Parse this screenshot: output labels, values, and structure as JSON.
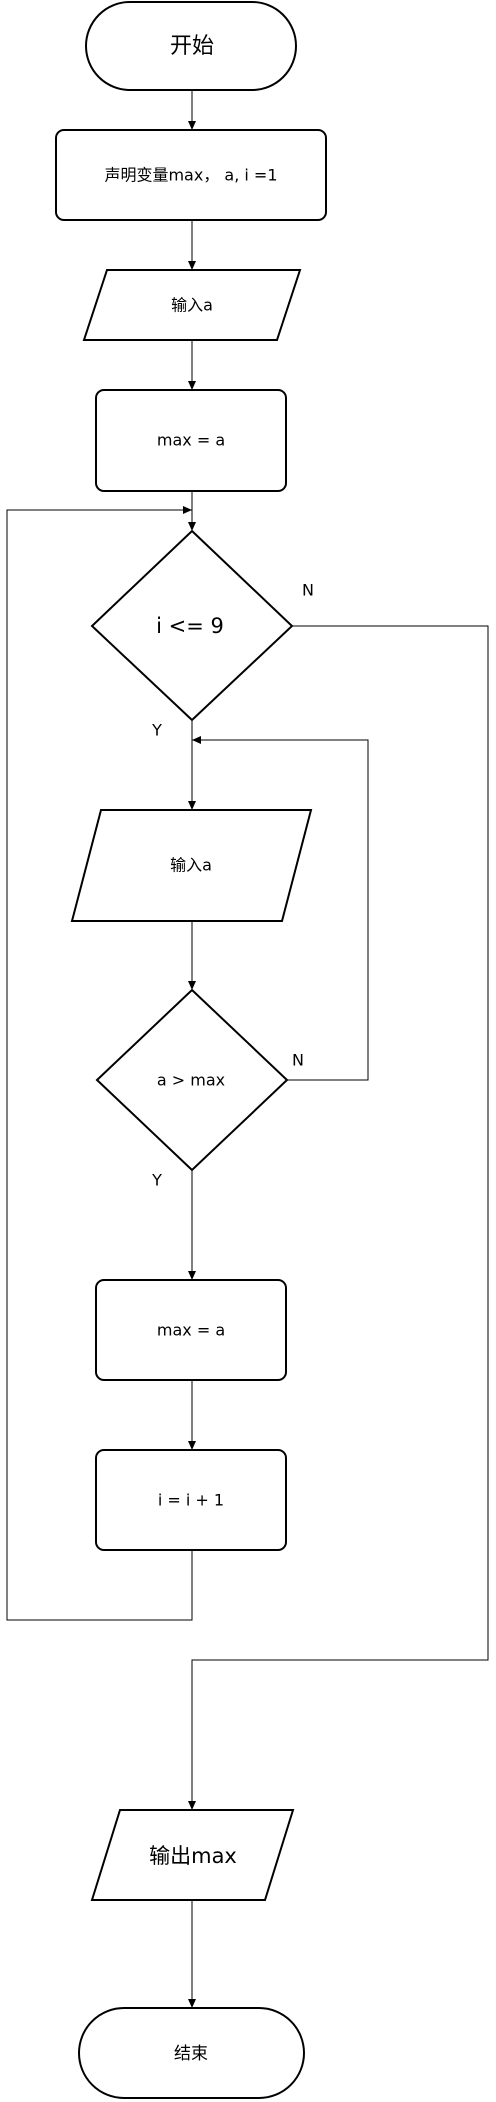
{
  "diagram": {
    "nodes": {
      "start": "开始",
      "declare": "声明变量max， a, i =1",
      "input_a_1": "输入a",
      "assign_max_1": "max = a",
      "cond_loop": "i <= 9",
      "input_a_2": "输入a",
      "cond_compare": "a > max",
      "assign_max_2": "max = a",
      "increment": "i = i + 1",
      "output": "输出max",
      "end": "结束"
    },
    "edge_labels": {
      "loop_no": "N",
      "loop_yes": "Y",
      "compare_no": "N",
      "compare_yes": "Y"
    }
  }
}
